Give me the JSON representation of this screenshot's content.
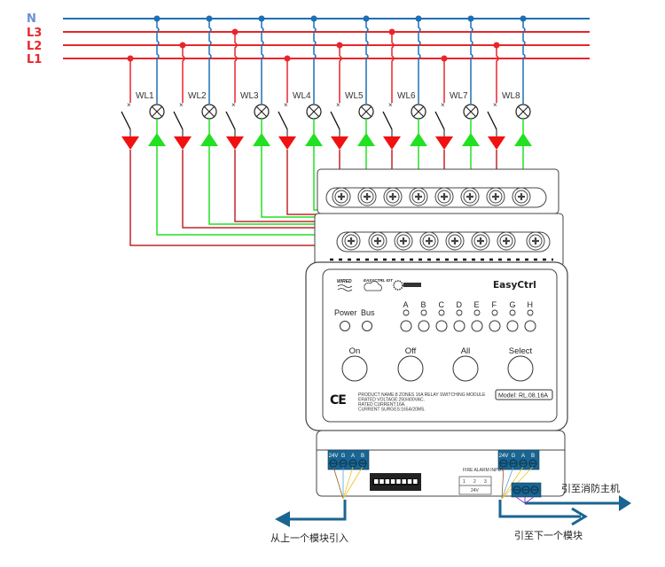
{
  "buses": [
    {
      "id": "N",
      "label": "N",
      "color": "#1e6fb5"
    },
    {
      "id": "L3",
      "label": "L3",
      "color": "#e8262a"
    },
    {
      "id": "L2",
      "label": "L2",
      "color": "#e8262a"
    },
    {
      "id": "L1",
      "label": "L1",
      "color": "#e8262a"
    }
  ],
  "colors": {
    "neutral": "#1e6fb5",
    "phase": "#e8262a",
    "return": "#22e022",
    "dark_wire": "#c0262a",
    "terminal_blue": "#1a6591",
    "outline": "#333333"
  },
  "loads": [
    {
      "label": "WL1",
      "phase": "L1"
    },
    {
      "label": "WL2",
      "phase": "L2"
    },
    {
      "label": "WL3",
      "phase": "L3"
    },
    {
      "label": "WL4",
      "phase": "L1"
    },
    {
      "label": "WL5",
      "phase": "L2"
    },
    {
      "label": "WL6",
      "phase": "L3"
    },
    {
      "label": "WL7",
      "phase": "L1"
    },
    {
      "label": "WL8",
      "phase": "L2"
    }
  ],
  "module": {
    "logos": {
      "wired": "WIRED",
      "easyctrl_iot": "EASYCTRL IOT",
      "brand": "EasyCtrl"
    },
    "status_labels": {
      "power": "Power",
      "bus": "Bus"
    },
    "channels": [
      "A",
      "B",
      "C",
      "D",
      "E",
      "F",
      "G",
      "H"
    ],
    "buttons": [
      "On",
      "Off",
      "All",
      "Select"
    ],
    "ce_mark": "CE",
    "spec_lines": [
      "PRODUCT NAME:8 ZONES 16A RELAY SWITCHING MODULE",
      "ERATED VOLTAGE:250/400VAC.",
      "RATED CURRENT:16A.",
      "CURRENT SURGES:165A/20MS."
    ],
    "model": "Model: RL.08.16A",
    "bus_terminal_labels": [
      "24V",
      "G",
      "A",
      "B"
    ],
    "fire_alarm_label": "FIRE ALARM INPUT",
    "fire_alarm_pins": [
      "1",
      "2",
      "3"
    ],
    "fire_alarm_voltage": "24V"
  },
  "annotations": {
    "from_previous": "从上一个模块引入",
    "to_next": "引至下一个模块",
    "to_fire_host": "引至消防主机"
  }
}
